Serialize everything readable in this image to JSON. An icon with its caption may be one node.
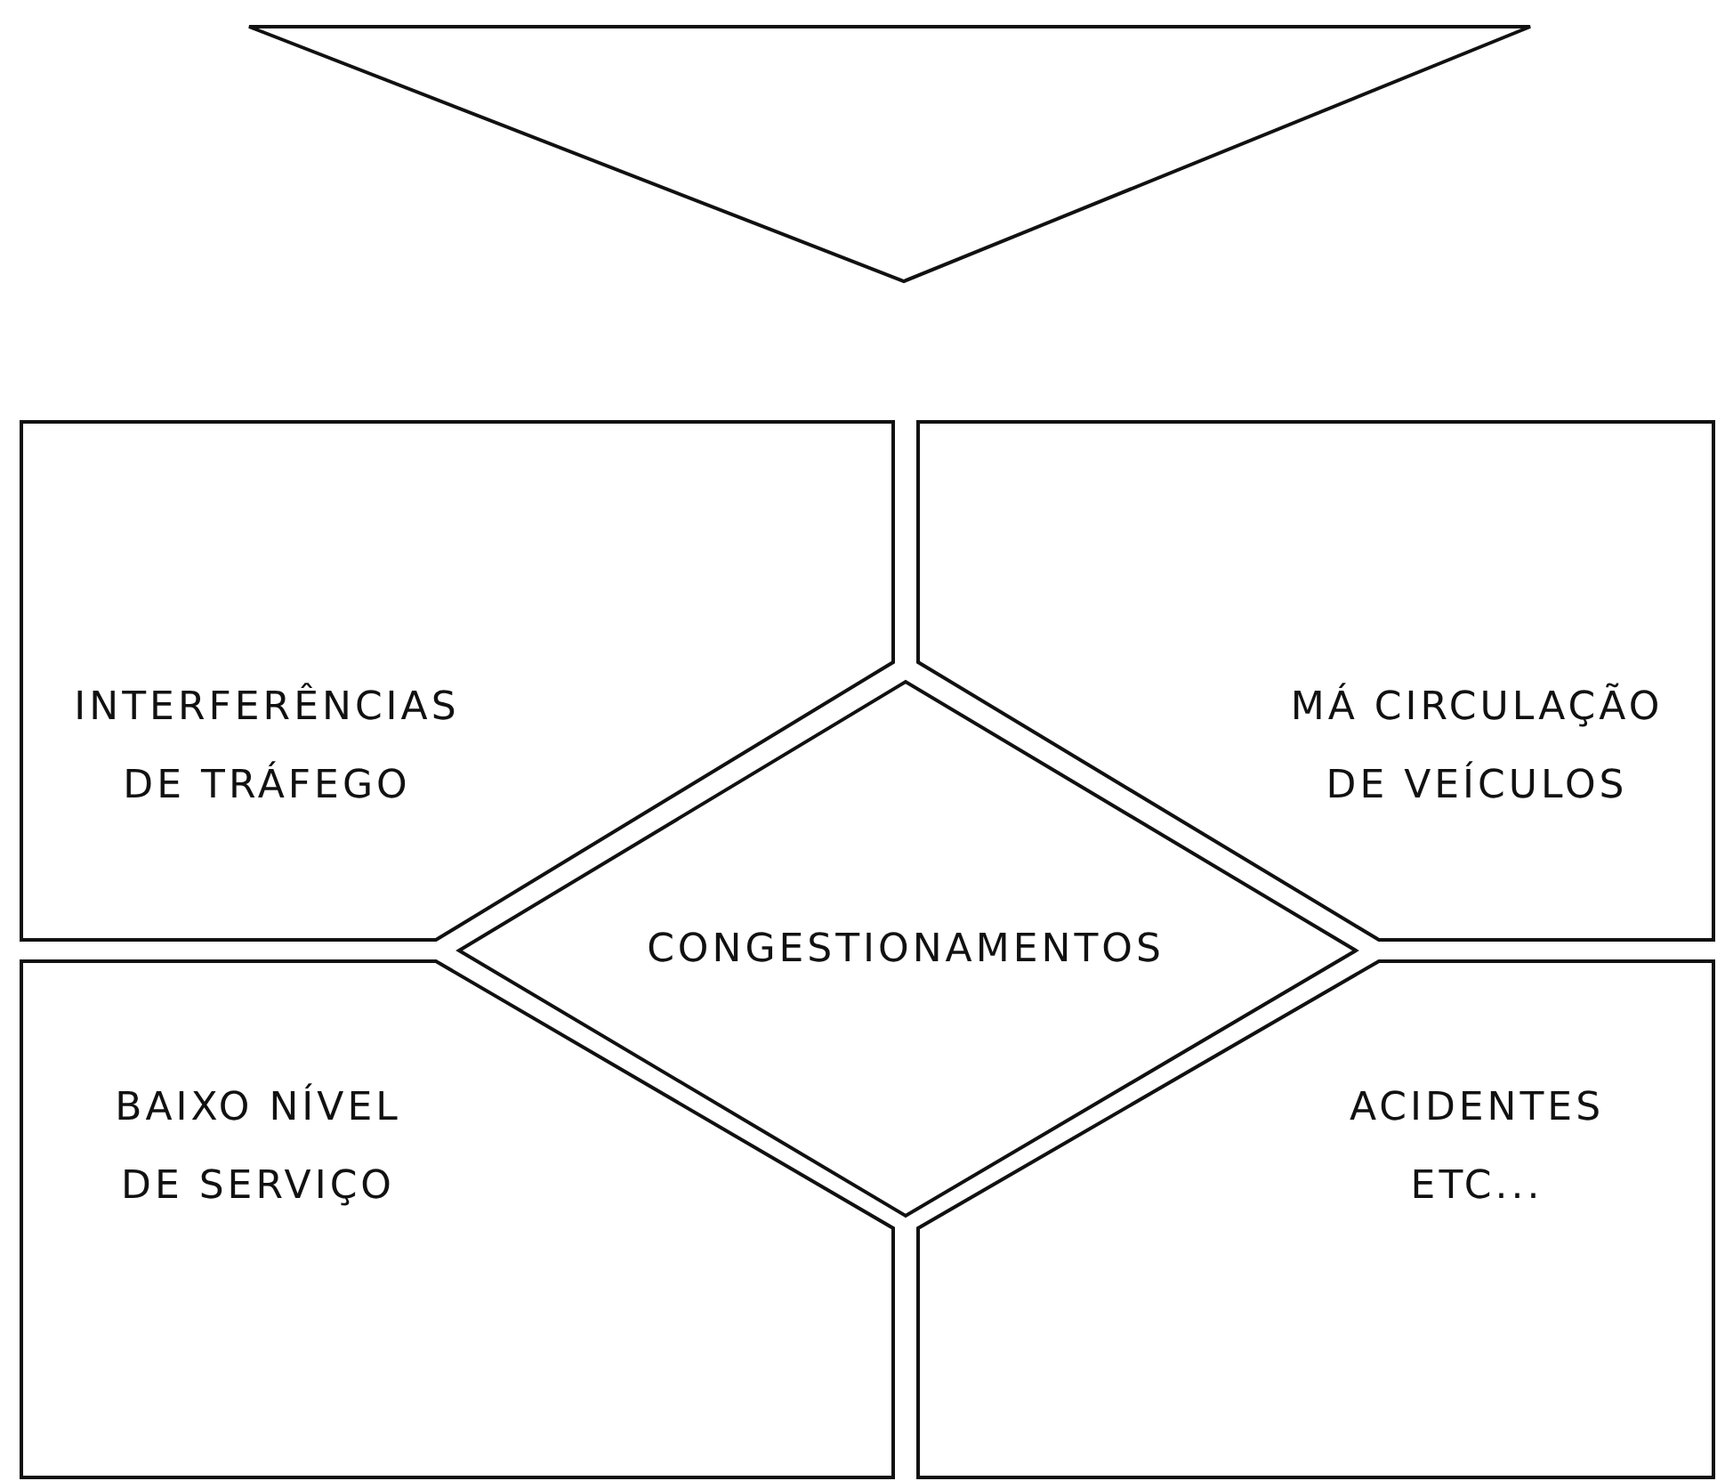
{
  "diagram": {
    "nodes": [
      {
        "text": [],
        "shape": "triangle"
      },
      {
        "text": [
          "INTERFERÊNCIAS DE TRÁFEGO"
        ]
      },
      {
        "text": [
          "MÁ CIRCULAÇÃO DE VEÍCULOS"
        ]
      },
      {
        "text": [
          "CONGESTIONAMENTOS"
        ]
      },
      {
        "text": [
          "BAIXO NÍVEL DE SERVIÇO"
        ]
      },
      {
        "text": [
          "ACIDENTES ETC..."
        ]
      }
    ]
  }
}
